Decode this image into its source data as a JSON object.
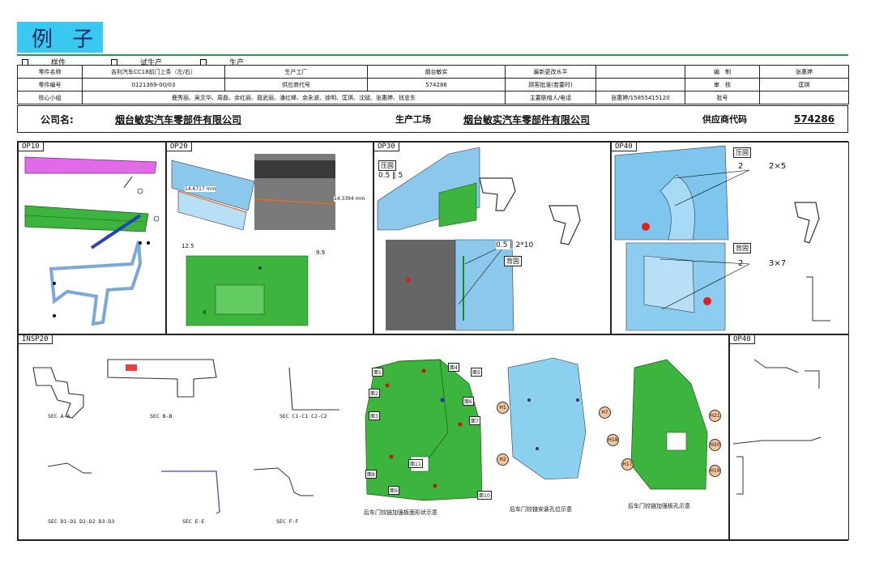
{
  "header": {
    "title": "例 子"
  },
  "stages": [
    "样件",
    "试生产",
    "生产"
  ],
  "info_rows": [
    [
      "零件名称",
      "吉利汽车CC18前门上条（左/右）",
      "生产工厂",
      "烟台敏实",
      "最新更改水平",
      "",
      "编　制",
      "张惠婷"
    ],
    [
      "零件编号",
      "0121369-00/03",
      "供应商代号",
      "574286",
      "顾客批准(若要时)",
      "",
      "审　核",
      "匡琪"
    ],
    [
      "核心小组",
      "鹿秀丽、吴文华、周磊、余红丽、聂武丽、潘红峰、余永波、徐明、匡琪、沈斌、张惠婷、钱忠东",
      "",
      "",
      "主要联络人/电话",
      "张惠婷/15855415120",
      "批号",
      ""
    ]
  ],
  "company": {
    "company_label": "公司名:",
    "company_name": "烟台敏实汽车零部件有限公司",
    "plant_label": "生产工场",
    "plant_name": "烟台敏实汽车零部件有限公司",
    "supplier_label": "供应商代码",
    "supplier_code": "574286"
  },
  "cells": {
    "op10": "OP10",
    "op20": "OP20",
    "op30": "OP30",
    "op40_top": "OP40",
    "insp20": "INSP20",
    "op40_bottom": "OP40"
  },
  "op20": {
    "dim1": "14.6717 mm",
    "dim2": "14.3394 mm",
    "val_a": "12.5",
    "val_b": "9.9",
    "val_c": "8"
  },
  "op30": {
    "weld1_label": "压固",
    "weld1_spec": "0.5 ‖ 5",
    "weld2_spec": "0.5 ‖ 2*10",
    "weld2_label": "背固"
  },
  "op40_top": {
    "label1": "压固",
    "spec1a": "2",
    "spec1b": "2×5",
    "label2": "背固",
    "spec2a": "2",
    "spec2b": "3×7"
  },
  "insp20": {
    "sections": [
      "SEC A-A",
      "SEC B-B",
      "SEC C1-C1 C2-C2",
      "SEC D1-D1 D2-D2 D3-D3",
      "SEC E-E",
      "SEC F-F"
    ],
    "caption1": "后车门铰链加强板面形状示意",
    "caption2": "后车门铰链安装孔位示意",
    "caption3": "后车门铰链加强板孔示意",
    "tags": [
      "面1",
      "面2",
      "面3",
      "面4",
      "面5",
      "面6",
      "面7",
      "面8",
      "面9",
      "面10",
      "面11"
    ],
    "holes_left": [
      "H1",
      "H2",
      "H7"
    ],
    "holes_right": [
      "H21",
      "H20",
      "H19",
      "H18",
      "H17"
    ]
  }
}
